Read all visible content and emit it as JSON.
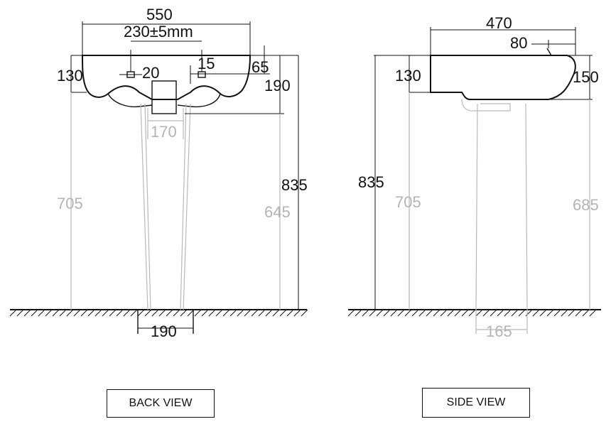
{
  "back_view": {
    "label": "BACK VIEW",
    "dims": {
      "width": "550",
      "tap_spacing": "230±5mm",
      "hole_offset": "15",
      "hole_diameter": "20",
      "rim_height": "130",
      "hole_from_edge": "65",
      "bowl_depth": "190",
      "pedestal_top_width": "170",
      "overall_height": "835",
      "floor_to_underside": "705",
      "pedestal_height": "645",
      "pedestal_base_width": "190"
    }
  },
  "side_view": {
    "label": "SIDE VIEW",
    "dims": {
      "depth": "470",
      "back_offset": "80",
      "rim_height": "130",
      "front_height": "150",
      "overall_height": "835",
      "floor_to_underside": "705",
      "pedestal_height": "685",
      "pedestal_base_depth": "165"
    }
  }
}
